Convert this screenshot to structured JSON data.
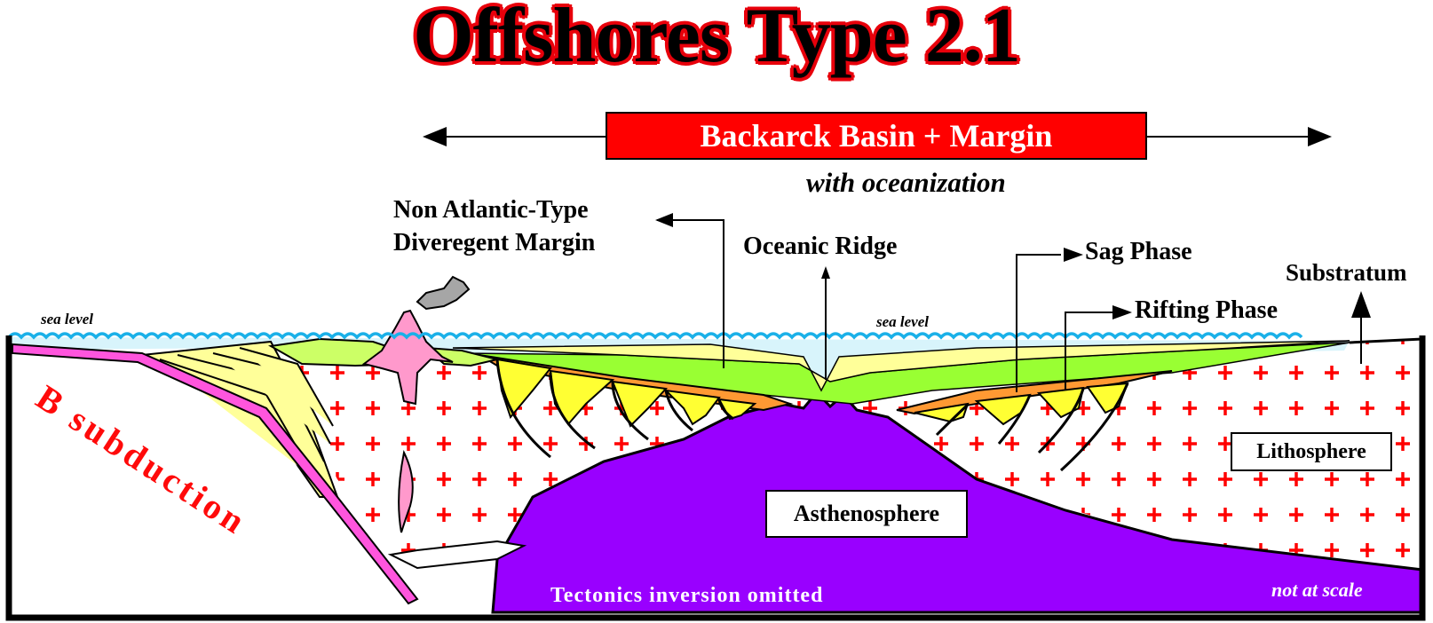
{
  "title": "Offshores Type 2.1",
  "banner": "Backarck Basin + Margin",
  "subtitle": "with oceanization",
  "labels": {
    "margin_line1": "Non Atlantic-Type",
    "margin_line2": "Diveregent Margin",
    "oceanic_ridge": "Oceanic Ridge",
    "sag_phase": "Sag Phase",
    "rifting_phase": "Rifting Phase",
    "substratum": "Substratum",
    "sea_level_left": "sea level",
    "sea_level_right": "sea level",
    "subduction": "B subduction",
    "asthenosphere": "Asthenosphere",
    "lithosphere": "Lithosphere",
    "tectonics_note": "Tectonics inversion omitted",
    "scale_note": "not at scale"
  },
  "colors": {
    "banner_fill": "#ff0000",
    "title_outline": "#e8000b",
    "asthenosphere": "#9900ff",
    "sea": "#d8f4fb",
    "waves": "#1ab0e8",
    "crosses": "#ff0000",
    "slab": "#ff55dd",
    "volcano": "#ff99cc",
    "syn_rift": "#ffff33",
    "post_rift_green": "#99ff33",
    "sag_yellow": "#ffff99",
    "rift_orange": "#ff9933",
    "accretion_wedge": "#ffff99",
    "ash_cloud": "#a6a6a6"
  }
}
